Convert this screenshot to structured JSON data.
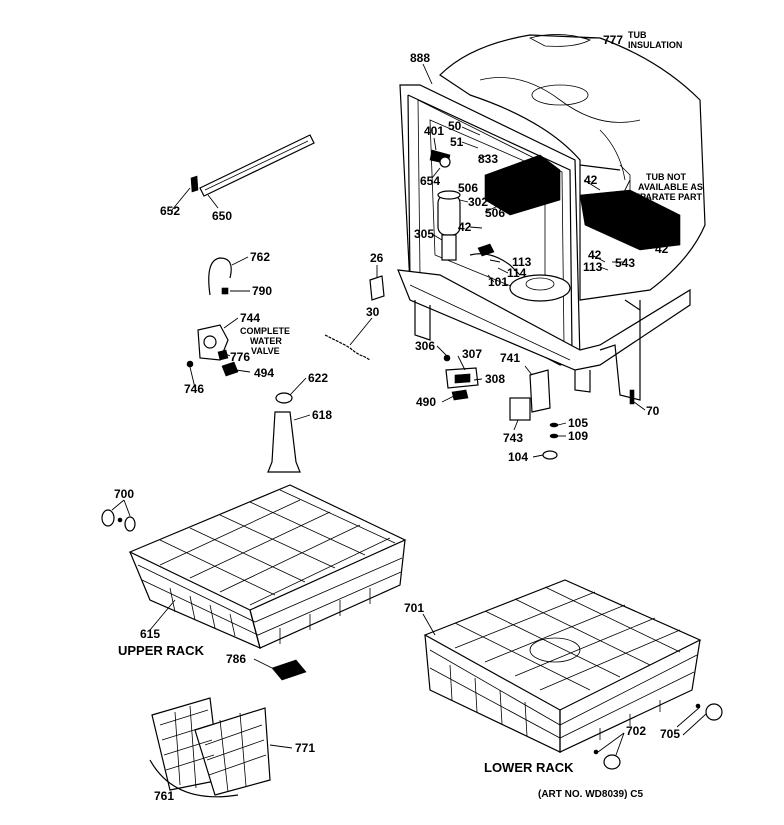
{
  "parts": {
    "p777": "777",
    "p888": "888",
    "p401": "401",
    "p50": "50",
    "p51": "51",
    "p833": "833",
    "p654": "654",
    "p506a": "506",
    "p506b": "506",
    "p302": "302",
    "p42a": "42",
    "p42b": "42",
    "p42c": "42",
    "p42d": "42",
    "p305": "305",
    "p113a": "113",
    "p113b": "113",
    "p114": "114",
    "p101": "101",
    "p543": "543",
    "p26": "26",
    "p30": "30",
    "p306": "306",
    "p307": "307",
    "p308": "308",
    "p490": "490",
    "p741": "741",
    "p743": "743",
    "p105": "105",
    "p109": "109",
    "p104": "104",
    "p70": "70",
    "p652": "652",
    "p650": "650",
    "p762": "762",
    "p790": "790",
    "p744": "744",
    "p776": "776",
    "p746": "746",
    "p494": "494",
    "p622": "622",
    "p618": "618",
    "p700": "700",
    "p615": "615",
    "p786": "786",
    "p701": "701",
    "p702": "702",
    "p705": "705",
    "p771": "771",
    "p761": "761"
  },
  "notes": {
    "tub_insulation_1": "TUB",
    "tub_insulation_2": "INSULATION",
    "tub_not_1": "TUB NOT",
    "tub_not_2": "AVAILABLE AS",
    "tub_not_3": "SEPARATE PART",
    "water_valve_1": "COMPLETE",
    "water_valve_2": "WATER",
    "water_valve_3": "VALVE"
  },
  "captions": {
    "upper_rack": "UPPER RACK",
    "lower_rack": "LOWER RACK",
    "art_no": "(ART NO. WD8039) C5"
  }
}
